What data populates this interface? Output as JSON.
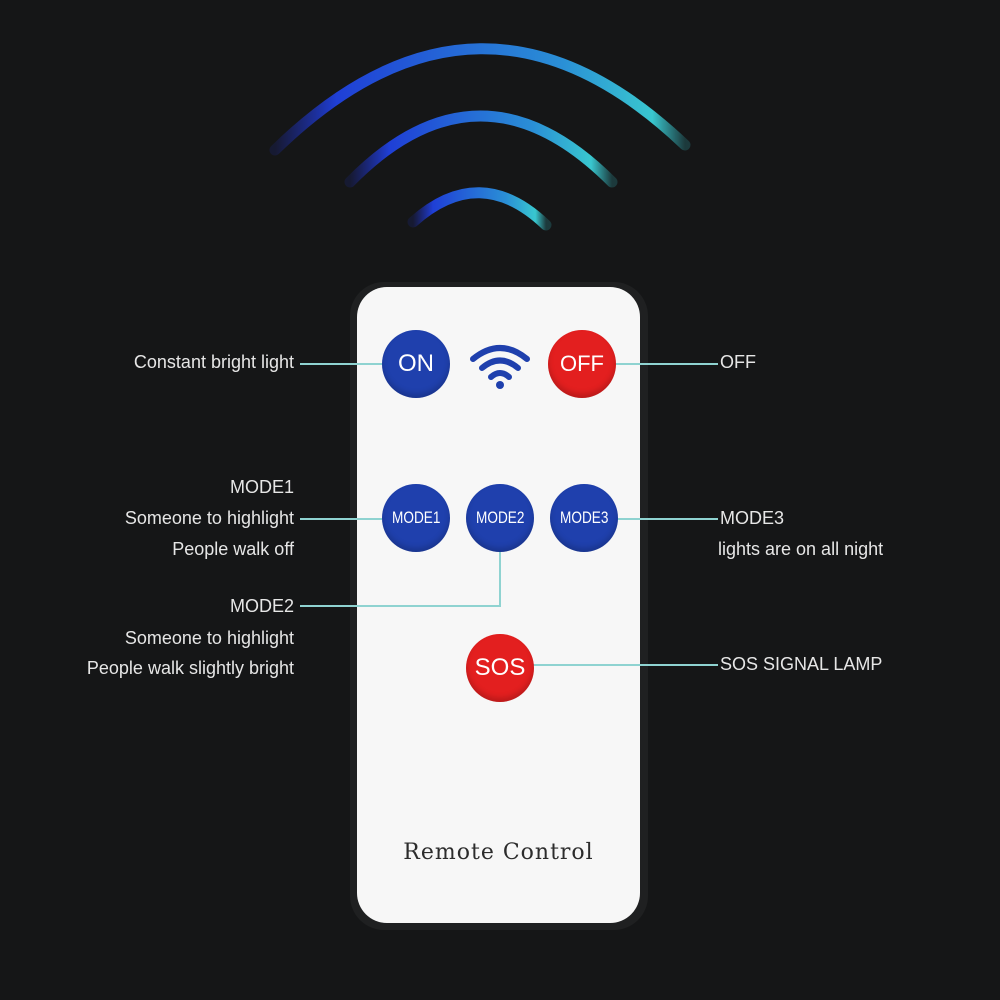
{
  "colors": {
    "background": "#151617",
    "remote_face": "#f7f7f7",
    "button_blue": "#1f40ad",
    "button_red": "#e31f1f",
    "leader_line": "#8fd3d1",
    "wave_start": "#1f3fd6",
    "wave_end": "#39c7cf"
  },
  "icons": {
    "signal_waves": "wifi-arcs",
    "remote_signal": "wifi-icon"
  },
  "remote": {
    "brand_label": "Remote Control",
    "buttons": {
      "on": "ON",
      "off": "OFF",
      "mode1": "MODE1",
      "mode2": "MODE2",
      "mode3": "MODE3",
      "sos": "SOS"
    }
  },
  "annotations": {
    "on": "Constant bright light",
    "off": "OFF",
    "mode1": [
      "MODE1",
      "Someone to highlight",
      "People walk off"
    ],
    "mode2": [
      "MODE2",
      "Someone to highlight",
      "People walk slightly bright"
    ],
    "mode3": [
      "MODE3",
      "lights are on all night"
    ],
    "sos": "SOS SIGNAL LAMP"
  }
}
